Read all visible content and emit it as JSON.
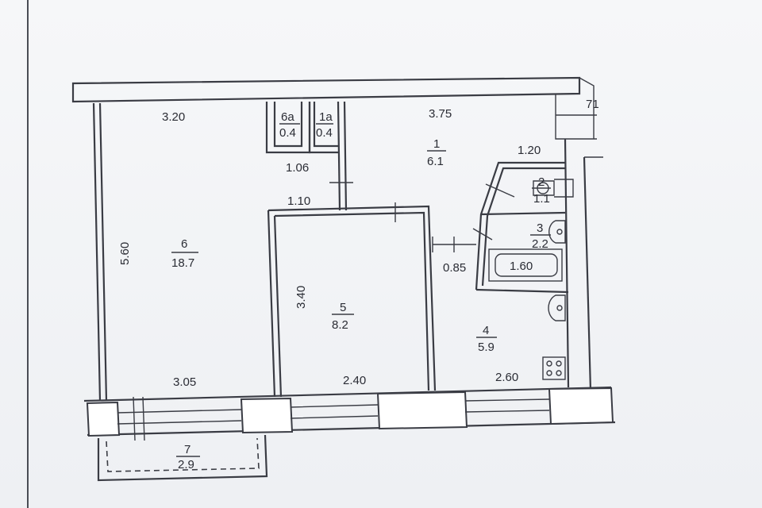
{
  "rooms": [
    {
      "num": "6",
      "area": "18.7"
    },
    {
      "num": "5",
      "area": "8.2"
    },
    {
      "num": "1",
      "area": "6.1"
    },
    {
      "num": "2",
      "area": "1.1"
    },
    {
      "num": "3",
      "area": "2.2"
    },
    {
      "num": "4",
      "area": "5.9"
    },
    {
      "num": "7",
      "area": "2.9"
    },
    {
      "num": "6a",
      "area": "0.4"
    },
    {
      "num": "1a",
      "area": "0.4"
    }
  ],
  "dimensions": {
    "d_320": "3.20",
    "d_375": "3.75",
    "d_71": "71",
    "d_120": "1.20",
    "d_106": "1.06",
    "d_110": "1.10",
    "d_560": "5.60",
    "d_340": "3.40",
    "d_085": "0.85",
    "d_305": "3.05",
    "d_240": "2.40",
    "d_260": "2.60",
    "d_bath": "1.60"
  }
}
